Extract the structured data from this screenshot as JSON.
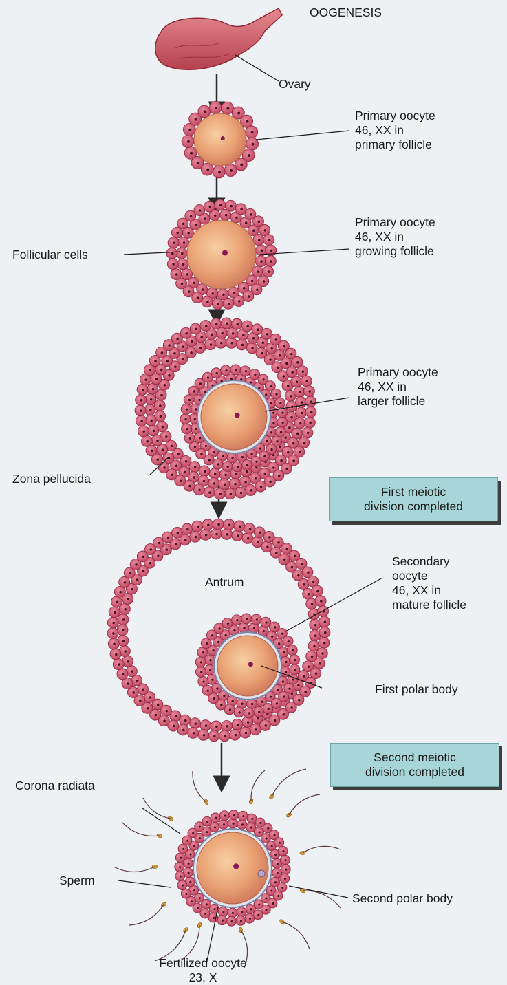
{
  "title": "OOGENESIS",
  "labels": {
    "ovary": "Ovary",
    "stage1": [
      "Primary oocyte",
      "46, XX in",
      "primary follicle"
    ],
    "follicular_cells": "Follicular cells",
    "stage2": [
      "Primary oocyte",
      "46, XX in",
      "growing follicle"
    ],
    "stage3": [
      "Primary oocyte",
      "46, XX in",
      "larger follicle"
    ],
    "zona_pellucida": "Zona pellucida",
    "antrum": "Antrum",
    "stage4": [
      "Secondary",
      "oocyte",
      "46, XX in",
      "mature follicle"
    ],
    "first_polar_body": "First polar body",
    "corona_radiata": "Corona radiata",
    "sperm": "Sperm",
    "second_polar_body": "Second polar body",
    "fertilized": [
      "Fertilized oocyte",
      "23, X"
    ]
  },
  "boxes": {
    "first_meiotic": [
      "First meiotic",
      "division completed"
    ],
    "second_meiotic": [
      "Second meiotic",
      "division completed"
    ]
  },
  "colors": {
    "cell_fill": "#c0455e",
    "cell_outline": "#8e2440",
    "oocyte": "#e9a173",
    "box": "#a8d6d8",
    "background": "#eef1f3"
  }
}
